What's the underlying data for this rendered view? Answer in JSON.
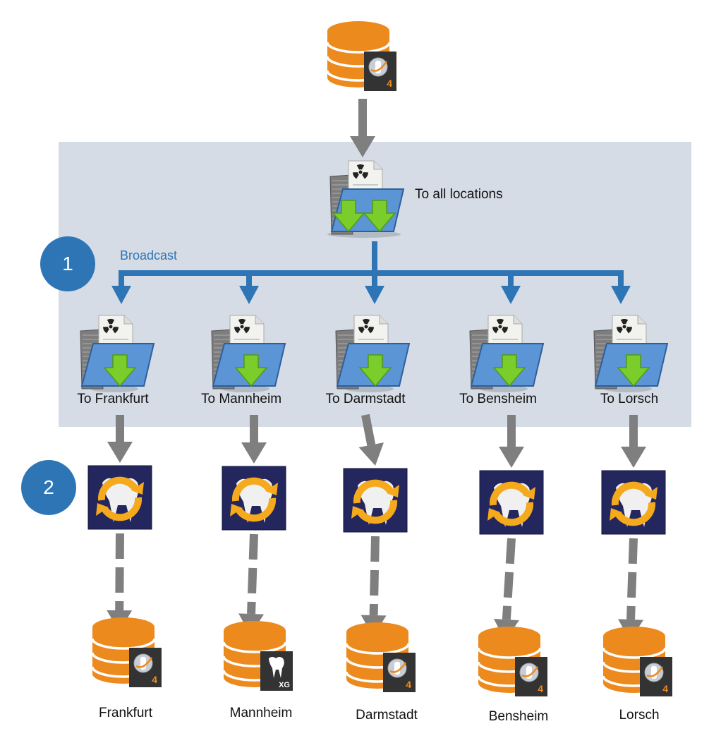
{
  "source": {
    "name": "source-database",
    "badge": {
      "type": "sidexis4",
      "text": "4"
    }
  },
  "group": {
    "label": "To all locations",
    "broadcast_label": "Broadcast"
  },
  "steps": [
    {
      "number": "1",
      "meaning": "broadcast"
    },
    {
      "number": "2",
      "meaning": "synchronize"
    }
  ],
  "locations": [
    {
      "folder_label": "To Frankfurt",
      "site": "Frankfurt",
      "badge": {
        "type": "sidexis4",
        "text": "4"
      }
    },
    {
      "folder_label": "To Mannheim",
      "site": "Mannheim",
      "badge": {
        "type": "xg",
        "text": "XG"
      }
    },
    {
      "folder_label": "To Darmstadt",
      "site": "Darmstadt",
      "badge": {
        "type": "sidexis4",
        "text": "4"
      }
    },
    {
      "folder_label": "To Bensheim",
      "site": "Bensheim",
      "badge": {
        "type": "sidexis4",
        "text": "4"
      }
    },
    {
      "folder_label": "To Lorsch",
      "site": "Lorsch",
      "badge": {
        "type": "sidexis4",
        "text": "4"
      }
    }
  ],
  "colors": {
    "panel": "#d6dce5",
    "broadcast_blue": "#2e75b6",
    "gray_arrow": "#7f7f7f",
    "database_orange": "#ed8a1e",
    "badge_dark": "#333333",
    "sync_bg": "#23275e",
    "sync_arrow": "#f5a91c",
    "folder_blue": "#5b95d6",
    "download_green": "#7acd2a"
  }
}
